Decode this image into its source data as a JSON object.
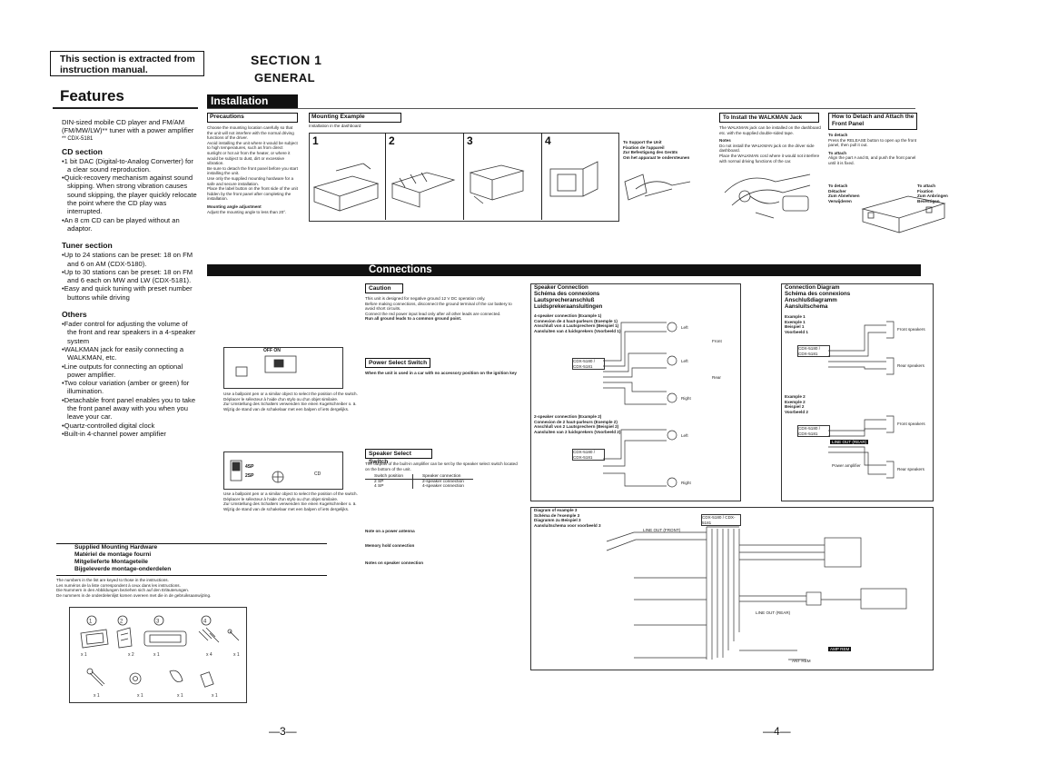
{
  "notice": {
    "line1": "This section is extracted from",
    "line2": "instruction manual."
  },
  "section": {
    "number": "SECTION 1",
    "name": "GENERAL"
  },
  "features": {
    "title": "Features",
    "intro": "DIN-sized mobile CD player and FM/AM (FM/MW/LW)** tuner with a power amplifier",
    "intro_note": "** CDX-5181",
    "cd_heading": "CD section",
    "cd_items": [
      "1 bit DAC (Digital-to-Analog Converter) for a clear sound reproduction.",
      "Quick-recovery mechanism against sound skipping. When strong vibration causes sound skipping, the player quickly relocate the point where the CD play was interrupted.",
      "An 8 cm CD can be played without an adaptor."
    ],
    "tuner_heading": "Tuner section",
    "tuner_items": [
      "Up to 24 stations can be preset: 18 on FM and 6 on AM (CDX-5180).",
      "Up to 30 stations can be preset: 18 on FM and 6 each on MW and LW (CDX-5181).",
      "Easy and quick tuning with preset number buttons while driving"
    ],
    "others_heading": "Others",
    "others_items": [
      "Fader control for adjusting the volume of the front and rear speakers in a 4-speaker system",
      "WALKMAN jack for easily connecting a WALKMAN, etc.",
      "Line outputs for connecting an optional power amplifier.",
      "Two colour variation (amber or green) for illumination.",
      "Detachable front panel enables you to take the front panel away with you when you leave your car.",
      "Quartz-controlled digital clock",
      "Built-in 4-channel power amplifier"
    ]
  },
  "hardware": {
    "title_lines": [
      "Supplied Mounting Hardware",
      "Matériel de montage fourni",
      "Mitgelieferte Montageteile",
      "Bijgeleverde montage-onderdelen"
    ],
    "notes": [
      "The numbers in the list are keyed to those in the instructions.",
      "Les numéros de la liste correspondent à ceux dans les instructions.",
      "Die Nummern in den Abbildungen beziehen sich auf den Erläuterungen.",
      "De nummers in de onderdelenlijst komen overeen met die in de gebruiksaanwijzing."
    ],
    "qty": [
      "x 1",
      "x 2",
      "x 1",
      "x 4",
      "x 1",
      "x 1",
      "x 1",
      "x 1",
      "x 1"
    ]
  },
  "installation": {
    "title": "Installation",
    "precautions_title": "Precautions",
    "precautions_text": [
      "Choose the mounting location carefully so that the unit will not interfere with the normal driving functions of the driver.",
      "Avoid installing the unit where it would be subject to high temperatures, such as from direct sunlight or hot air from the heater, or where it would be subject to dust, dirt or excessive vibration.",
      "Be sure to detach the front panel before you start installing the unit.",
      "Use only the supplied mounting hardware for a safe and secure installation.",
      "Place the label button on the front side of the unit hidden by the front panel after completing the installation."
    ],
    "mounting_angle_title": "Mounting angle adjustment",
    "mounting_angle_text": "Adjust the mounting angle to less than 20°.",
    "mounting_title": "Mounting Example",
    "mounting_subtitle": "Installation in the dashboard",
    "steps": [
      "1",
      "2",
      "3",
      "4"
    ],
    "support_text": [
      "To Support the Unit",
      "Fixation de l'appareil",
      "Zur Befestigung des Geräts",
      "Om het apparaat te ondersteunen"
    ],
    "walkman_title": "To Install the WALKMAN Jack",
    "walkman_text": "The WALKMAN jack can be installed on the dashboard etc. with the supplied double-sided tape.",
    "walkman_notes_title": "Notes",
    "walkman_notes": [
      "Do not install the WALKMAN jack on the driver side dashboard.",
      "Place the WALKMAN cord where it would not interfere with normal driving functions of the car."
    ],
    "detach_title": "How to Detach and Attach the Front Panel",
    "detach_sub": "To detach",
    "detach_text": "Press the RELEASE button to open up the front panel, then pull it out.",
    "attach_sub": "To attach",
    "attach_text": "Align the part A and B, and push the front panel until it is fixed.",
    "detach_labels": [
      "To detach",
      "Détacher",
      "Zum Abnehmen",
      "Verwijderen"
    ],
    "attach_labels": [
      "To attach",
      "Fixation",
      "Zum Anbringen",
      "Bevestigen"
    ]
  },
  "connections": {
    "title": "Connections",
    "caution_title": "Caution",
    "caution_text": [
      "This unit is designed for negative ground 12 V DC operation only.",
      "Before making connections, disconnect the ground terminal of the car battery to avoid short circuits.",
      "Connect the red power input lead only after all other leads are connected.",
      "Run all ground leads to a common ground point."
    ],
    "power_switch_title": "Power Select Switch",
    "power_switch_text": "When the unit is used in a car with no accessory position on the ignition key",
    "power_switch_label": "OFF  ON",
    "power_caption": [
      "Use a ballpoint pen or a similar object to select the position of the switch.",
      "Déplacer le sélecteur à l'aide d'un stylo ou d'un objet similaire.",
      "Zur Umstellung des Schalters verwenden Sie einen Kugelschreiber o. ä.",
      "Wijzig de stand van de schakelaar met een balpen of iets dergelijks."
    ],
    "speaker_switch_title": "Speaker Select Switch",
    "speaker_switch_text": "The outputs of the built-in amplifier can be set by the speaker select switch located on the bottom of the unit.",
    "speaker_table": {
      "headers": [
        "Switch position",
        "Speaker connection"
      ],
      "rows": [
        [
          "2 SP",
          "2-speaker connection"
        ],
        [
          "4 SP",
          "4-speaker connection"
        ]
      ]
    },
    "switch_labels": [
      "4SP",
      "2SP"
    ],
    "switch_cd": "CD",
    "notes_power": "Note on a power antenna",
    "memory_hold": "Memory hold connection",
    "notes_speaker": "Notes on speaker connection",
    "speaker_conn": {
      "title_lines": [
        "Speaker Connection",
        "Schéma des connexions",
        "Lautsprecheranschluß",
        "Luidsprekeraansluitingen"
      ],
      "ex1": [
        "4-speaker connection (Example 1)",
        "Connexion de 4 haut-parleurs (Exemple 1)",
        "Anschluß von 4 Lautsprechern (Beispiel 1)",
        "Aansluiten van 4 luidsprekers (Voorbeeld 1)"
      ],
      "ex2": [
        "2-speaker connection (Example 2)",
        "Connexion de 2 haut-parleurs (Exemple 2)",
        "Anschluß von 2 Lautsprechern (Beispiel 2)",
        "Aansluiten van 2 luidsprekers (Voorbeeld 2)"
      ],
      "model": "CDX-5180 / CDX-5181",
      "left": "Left",
      "right": "Right",
      "front": "Front",
      "rear": "Rear"
    },
    "diagram": {
      "title_lines": [
        "Connection Diagram",
        "Schéma des connexions",
        "Anschlußdiagramm",
        "Aansluitschema"
      ],
      "ex1": [
        "Example 1",
        "Exemple 1",
        "Beispiel 1",
        "Voorbeeld 1"
      ],
      "ex2": [
        "Example 2",
        "Exemple 2",
        "Beispiel 2",
        "Voorbeeld 2"
      ],
      "model": "CDX-5180 / CDX-5181",
      "line_out": "LINE OUT (REAR)",
      "front_speakers": "Front speakers",
      "rear_speakers": "Rear speakers",
      "power_amp": "Power amplifier"
    },
    "ex3": {
      "title_lines": [
        "Diagram of example 3",
        "Schéma de l'exemple 3",
        "Diagramm zu Beispiel 3",
        "Aansluitschema voor voorbeeld 3"
      ],
      "model": "CDX-5180 / CDX-5181",
      "line_out": "LINE OUT (FRONT)",
      "line_out_rear": "LINE OUT (REAR)",
      "amp_remote": "AMP REM",
      "ant_rem": "ANT REM"
    }
  },
  "page_numbers": {
    "left": "—3—",
    "right": "—4—"
  }
}
